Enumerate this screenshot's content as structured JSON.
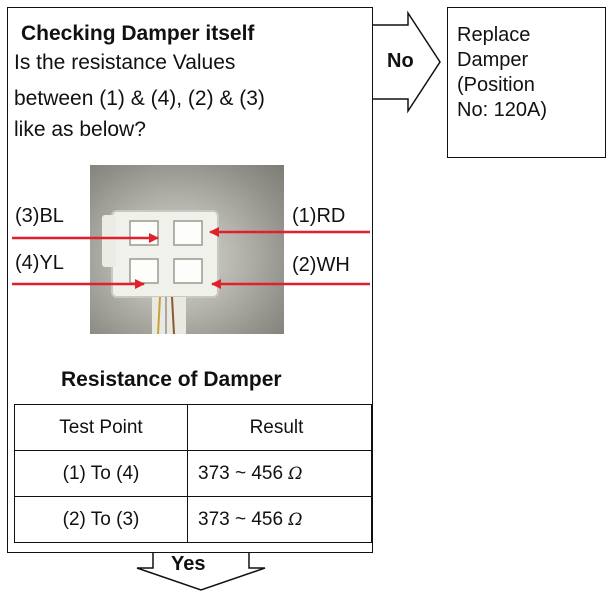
{
  "check_box": {
    "title": "Checking Damper itself",
    "question_line1": "Is the resistance Values",
    "question_line2": "between (1) & (4), (2) & (3)",
    "question_line3": "like as below?"
  },
  "connector": {
    "pin_3": "(3)BL",
    "pin_4": "(4)YL",
    "pin_1": "(1)RD",
    "pin_2": "(2)WH",
    "arrow_color": "#e0202a"
  },
  "resistance_table": {
    "title": "Resistance of Damper",
    "headers": [
      "Test Point",
      "Result"
    ],
    "rows": [
      {
        "test_point": "(1) To (4)",
        "result": "373 ~ 456",
        "unit": "Ω"
      },
      {
        "test_point": "(2) To (3)",
        "result": "373 ~ 456",
        "unit": "Ω"
      }
    ]
  },
  "no_branch": {
    "label": "No",
    "action_line1": "Replace",
    "action_line2": "Damper",
    "action_line3": "(Position",
    "action_line4": "No: 120A)"
  },
  "yes_branch": {
    "label": "Yes"
  }
}
